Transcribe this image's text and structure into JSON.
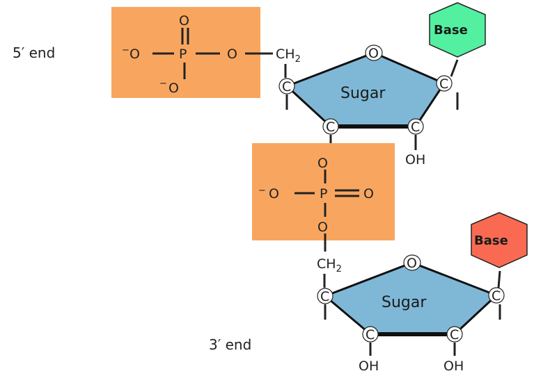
{
  "labels": {
    "five_end": "5′ end",
    "three_end": "3′ end"
  },
  "nucleotide1": {
    "phosphate": {
      "top_o": "O",
      "p": "P",
      "left_o": "O",
      "right_o": "O",
      "bottom_o": "O",
      "minus": "−"
    },
    "ch2": "CH",
    "ch2_sub": "2",
    "sugar": {
      "label": "Sugar",
      "ring_o": "O",
      "c4": "C",
      "c1": "C",
      "c3": "C",
      "c2": "C",
      "oh": "OH"
    },
    "base": {
      "label": "Base"
    }
  },
  "linker_phosphate": {
    "top_o": "O",
    "p": "P",
    "left_o": "O",
    "right_o": "O",
    "bottom_o": "O",
    "minus": "−"
  },
  "nucleotide2": {
    "ch2": "CH",
    "ch2_sub": "2",
    "sugar": {
      "label": "Sugar",
      "ring_o": "O",
      "c4": "C",
      "c1": "C",
      "c3": "C",
      "c2": "C",
      "oh3": "OH",
      "oh2": "OH"
    },
    "base": {
      "label": "Base"
    }
  },
  "colors": {
    "phosphate_fill": "#F8A65F",
    "sugar_fill": "#7FB8D6",
    "base1_fill": "#52F0A0",
    "base2_fill": "#FA6A52"
  }
}
